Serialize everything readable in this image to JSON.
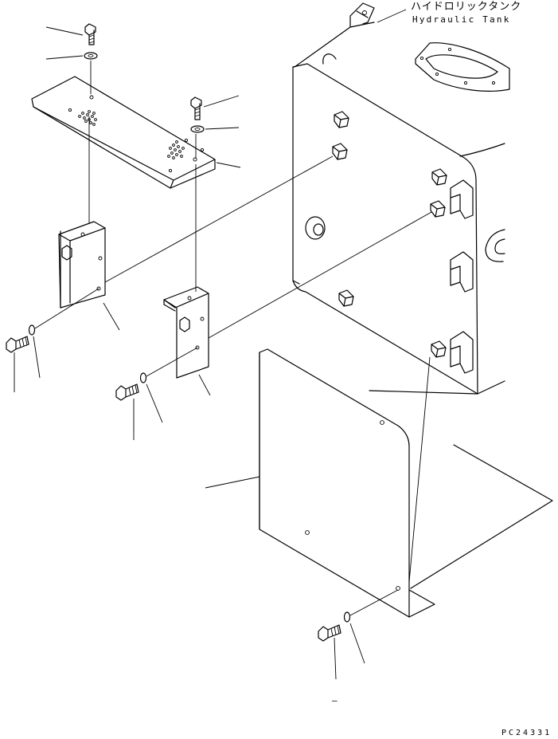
{
  "labels": {
    "tank_name_jp": "ハイドロリックタンク",
    "tank_name_en": "Hydraulic Tank",
    "drawing_code": "PC24331",
    "bottom_dash": "–"
  },
  "colors": {
    "line": "#000000",
    "background": "#ffffff"
  }
}
